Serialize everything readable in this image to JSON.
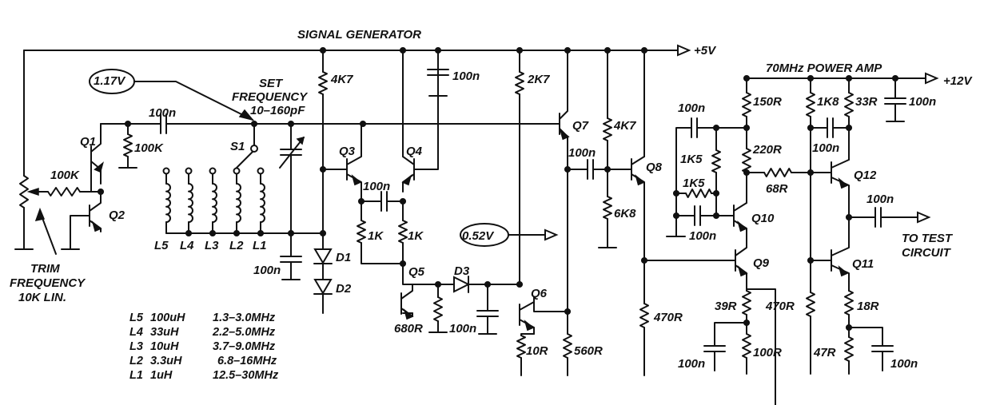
{
  "titles": {
    "signal_generator": "SIGNAL GENERATOR",
    "power_amp": "70MHz  POWER AMP"
  },
  "rails": {
    "plus5": "+5V",
    "plus12": "+12V"
  },
  "probes": {
    "v117": "1.17V",
    "v052": "0.52V"
  },
  "notes": {
    "set_frequency": [
      "SET",
      "FREQUENCY",
      "10–160pF"
    ],
    "trim_frequency": [
      "TRIM",
      "FREQUENCY",
      "10K LIN."
    ],
    "to_test": [
      "TO TEST",
      "CIRCUIT"
    ]
  },
  "transistors": [
    "Q1",
    "Q2",
    "Q3",
    "Q4",
    "Q5",
    "Q6",
    "Q7",
    "Q8",
    "Q9",
    "Q10",
    "Q11",
    "Q12"
  ],
  "diodes": [
    "D1",
    "D2",
    "D3"
  ],
  "switch": "S1",
  "inductors": [
    "L5",
    "L4",
    "L3",
    "L2",
    "L1"
  ],
  "components": {
    "c_100n": "100n",
    "r_100k_base": "100K",
    "r_100k_q1": "100K",
    "r_4k7_a": "4K7",
    "r_4k7_b": "4K7",
    "r_2k7": "2K7",
    "r_1k_a": "1K",
    "r_1k_b": "1K",
    "r_680r": "680R",
    "r_10r": "10R",
    "r_560r": "560R",
    "r_6k8": "6K8",
    "r_470r_a": "470R",
    "r_150r": "150R",
    "r_220r": "220R",
    "r_1k5_a": "1K5",
    "r_1k5_b": "1K5",
    "r_68r": "68R",
    "r_1k8": "1K8",
    "r_33r": "33R",
    "r_39r": "39R",
    "r_470r_b": "470R",
    "r_100r": "100R",
    "r_18r": "18R",
    "r_47r": "47R"
  },
  "coil_table": [
    {
      "name": "L5",
      "value": "100uH",
      "range": "1.3–3.0MHz"
    },
    {
      "name": "L4",
      "value": "33uH",
      "range": "2.2–5.0MHz"
    },
    {
      "name": "L3",
      "value": "10uH",
      "range": "3.7–9.0MHz"
    },
    {
      "name": "L2",
      "value": "3.3uH",
      "range": "6.8–16MHz"
    },
    {
      "name": "L1",
      "value": "1uH",
      "range": "12.5–30MHz"
    }
  ]
}
